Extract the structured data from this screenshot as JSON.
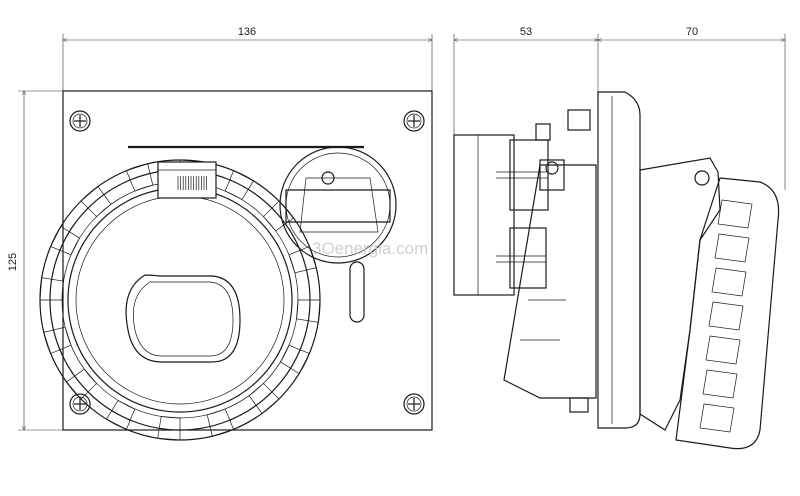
{
  "dimensions": {
    "front_width": "136",
    "front_height": "125",
    "side_depth_back": "53",
    "side_depth_front": "70"
  },
  "watermark": "3Oenergia.com",
  "colors": {
    "line": "#1a1a1a",
    "background": "#ffffff",
    "watermark": "#c8c8c8"
  }
}
